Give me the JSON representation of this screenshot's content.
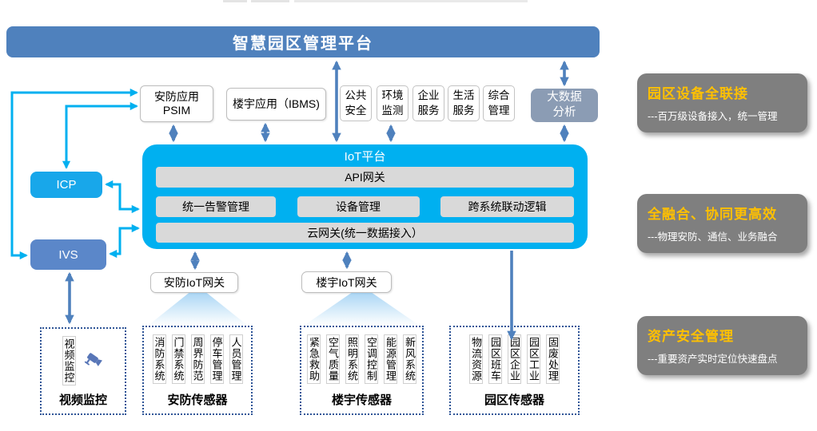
{
  "banner": {
    "title": "智慧园区管理平台"
  },
  "applications": {
    "psim": "安防应用\nPSIM",
    "ibms": "楼宇应用（IBMS)",
    "services": [
      "公共\n安全",
      "环境\n监测",
      "企业\n服务",
      "生活\n服务",
      "综合\n管理"
    ],
    "big_data": "大数据\n分析"
  },
  "iot": {
    "title": "IoT平台",
    "api_gateway": "API网关",
    "modules": [
      "统一告警管理",
      "设备管理",
      "跨系统联动逻辑"
    ],
    "cloud_gateway": "云网关(统一数据接入）"
  },
  "side": {
    "icp": "ICP",
    "ivs": "IVS"
  },
  "gateways": [
    "安防IoT网关",
    "楼宇IoT网关"
  ],
  "sensor_groups": [
    {
      "label": "视频监控",
      "items": [
        "视频监控"
      ]
    },
    {
      "label": "安防传感器",
      "items": [
        "消防系统",
        "门禁系统",
        "周界防范",
        "停车管理",
        "人员管理"
      ]
    },
    {
      "label": "楼宇传感器",
      "items": [
        "紧急救助",
        "空气质量",
        "照明系统",
        "空调控制",
        "能源管理",
        "新风系统"
      ]
    },
    {
      "label": "园区传感器",
      "items": [
        "物流资源",
        "园区班车",
        "园区企业",
        "园区工业",
        "固废处理"
      ]
    }
  ],
  "benefits": [
    {
      "title": "园区设备全联接",
      "desc": "---百万级设备接入，统一管理"
    },
    {
      "title": "全融合、协同更高效",
      "desc": "---物理安防、通信、业务融合"
    },
    {
      "title": "资产安全管理",
      "desc": "---重要资产实时定位快速盘点"
    }
  ],
  "colors": {
    "banner_blue": "#4f81bd",
    "iot_cyan": "#00b0f0",
    "icp_cyan": "#18a7ea",
    "ivs_blue": "#5b87c9",
    "bigdata_gray_blue": "#8b9cb4",
    "module_gray": "#d9d9d9",
    "panel_gray": "#7f7f7f",
    "benefit_orange": "#ffc000",
    "dotted_border_blue": "#2f5597"
  }
}
